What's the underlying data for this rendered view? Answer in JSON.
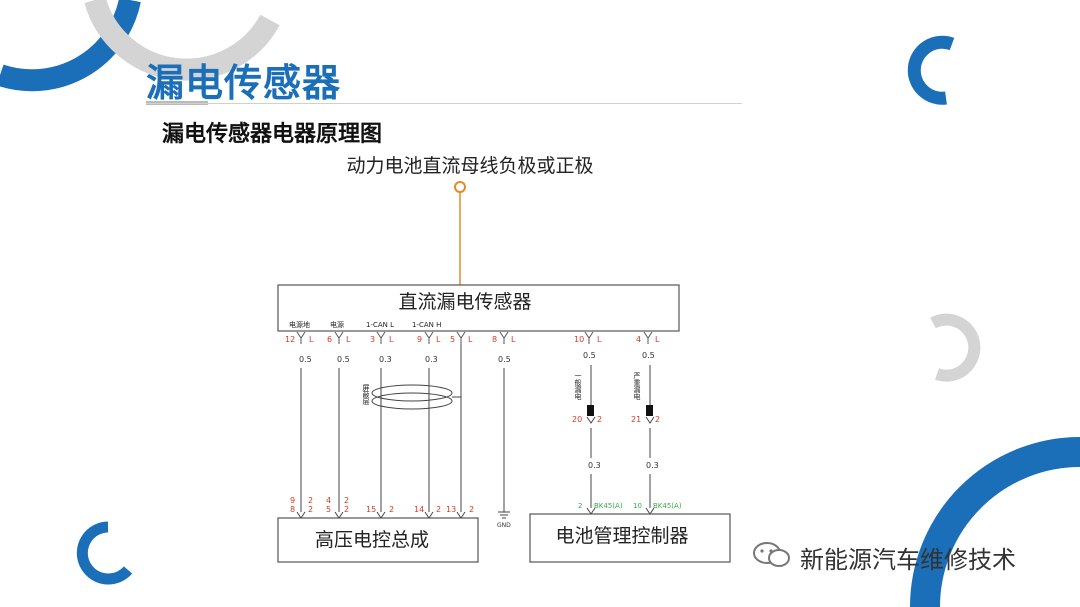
{
  "slide": {
    "title": "漏电传感器",
    "subtitle": "漏电传感器电器原理图"
  },
  "diagram": {
    "source_label": "动力电池直流母线负极或正极",
    "sensor_label": "直流漏电传感器",
    "hv_controller_label": "高压电控总成",
    "bms_label": "电池管理控制器",
    "pin_labels": {
      "p12_name": "电源地",
      "p6_name": "电源",
      "p3_name": "1-CAN L",
      "p9_name": "1-CAN H",
      "shield_label": "屏蔽层",
      "p10_name": "一般漏电",
      "p4_name": "严重漏电"
    },
    "pins": {
      "p12": "12",
      "p6": "6",
      "p3": "3",
      "p9": "9",
      "p5": "5",
      "p8": "8",
      "p10": "10",
      "p4": "4",
      "L": "L"
    },
    "wire_sizes": {
      "w12": "0.5",
      "w6": "0.5",
      "w3": "0.3",
      "w9": "0.3",
      "w8": "0.5",
      "w10": "0.5",
      "w4": "0.5",
      "w10b": "0.3",
      "w4b": "0.3"
    },
    "connectors": {
      "c20": "20",
      "c21": "21",
      "c2a": "2",
      "c2b": "2"
    },
    "hv_pins": {
      "a1": "9",
      "a2": "8",
      "b1": "2",
      "b2": "2",
      "c1": "4",
      "c2": "5",
      "d1": "2",
      "d2": "2",
      "e": "15",
      "e2": "2",
      "f": "14",
      "f2": "2",
      "g": "13",
      "g2": "2"
    },
    "bms_pins": {
      "a": "2",
      "a_conn": "BK45(A)",
      "b": "10",
      "b_conn": "BK45(A)"
    },
    "ground_label": "GND"
  },
  "colors": {
    "accent_blue": "#1a6fb8",
    "deco_grey": "#d4d4d4",
    "pin_red": "#d23a2a",
    "pin_green": "#3aa84a",
    "source_wire": "#e08a2a"
  },
  "watermark": {
    "text": "新能源汽车维修技术",
    "icon": "wechat-icon"
  }
}
